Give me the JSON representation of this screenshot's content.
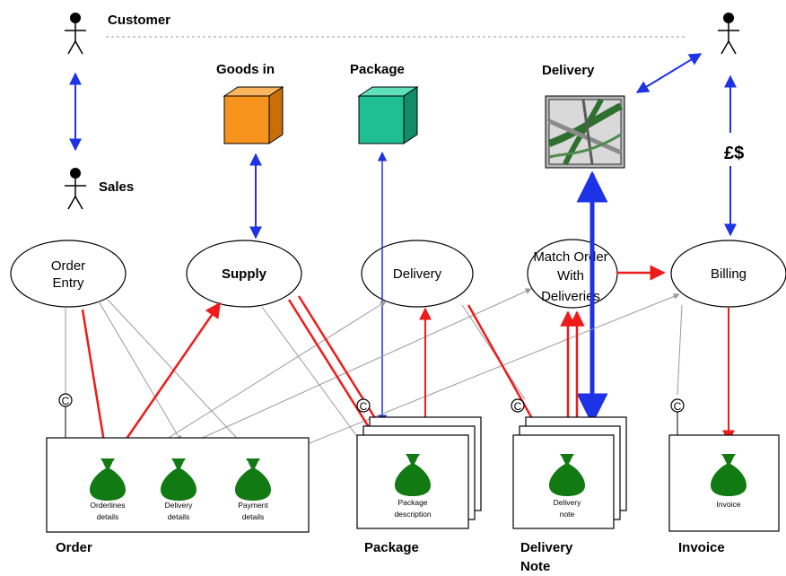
{
  "actors": {
    "customer": "Customer",
    "sales": "Sales"
  },
  "resources": {
    "goods_in": "Goods in",
    "package": "Package",
    "delivery": "Delivery",
    "money": "£$"
  },
  "processes": {
    "order_entry": [
      "Order",
      "Entry"
    ],
    "supply": "Supply",
    "delivery": "Delivery",
    "match": [
      "Match Order",
      "With",
      "Deliveries"
    ],
    "billing": "Billing"
  },
  "connector_symbol": "C",
  "stores": {
    "order": {
      "title": "Order",
      "items": [
        [
          "Orderlines",
          "details"
        ],
        [
          "Delivery",
          "details"
        ],
        [
          "Payment",
          "details"
        ]
      ]
    },
    "package": {
      "title": "Package",
      "items": [
        [
          "Package",
          "description"
        ]
      ]
    },
    "delivery_note": {
      "title": [
        "Delivery",
        "Note"
      ],
      "items": [
        [
          "Delivery",
          "note"
        ]
      ]
    },
    "invoice": {
      "title": "Invoice",
      "items": [
        [
          "Invoice"
        ]
      ]
    }
  },
  "colors": {
    "blue": "#1e32e6",
    "red": "#ee1b1b",
    "grey": "#9a9a9a",
    "sack": "#127a12",
    "goods_box": "#f7941d",
    "package_box": "#1fbf93"
  }
}
